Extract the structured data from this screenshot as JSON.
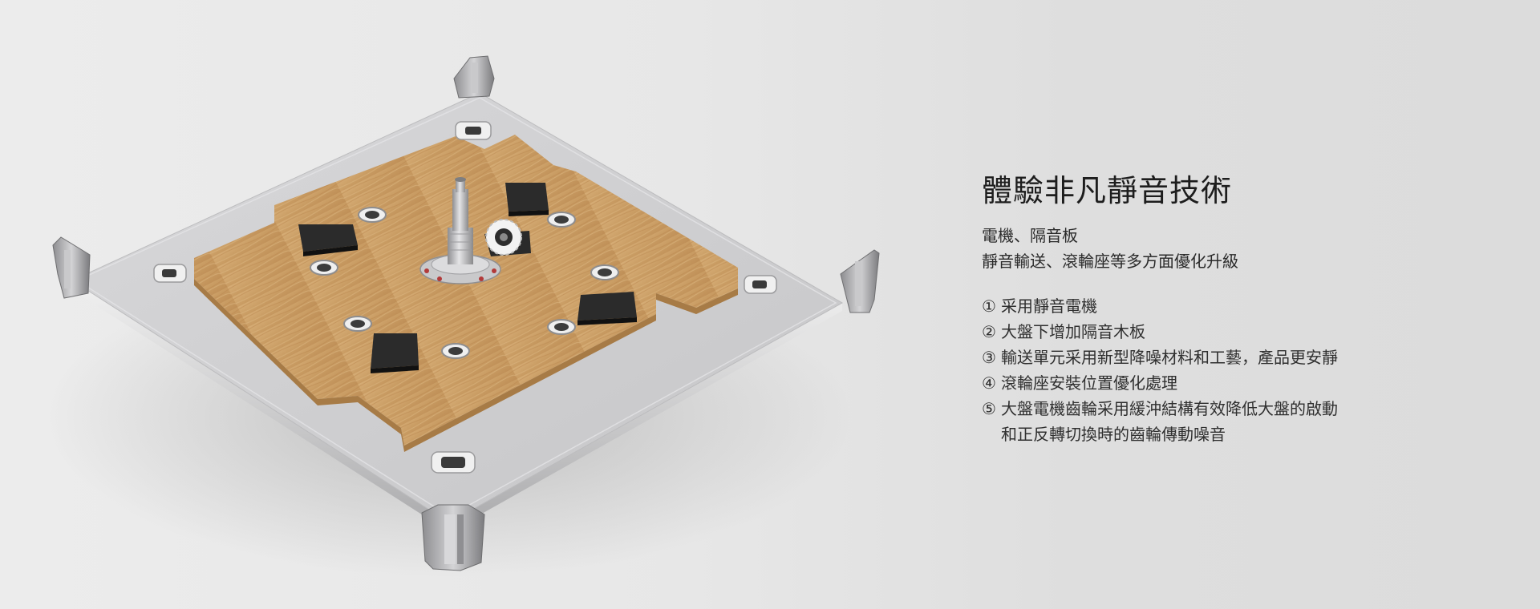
{
  "product_image": {
    "subject": "turntable-base-assembly"
  },
  "headline": "體驗非凡靜音技術",
  "subtitle_lines": [
    "電機、隔音板",
    "靜音輸送、滾輪座等多方面優化升級"
  ],
  "features": [
    {
      "marker": "①",
      "text": "采用靜音電機"
    },
    {
      "marker": "②",
      "text": "大盤下增加隔音木板"
    },
    {
      "marker": "③",
      "text": "輸送單元采用新型降噪材料和工藝，產品更安靜"
    },
    {
      "marker": "④",
      "text": "滾輪座安裝位置優化處理"
    },
    {
      "marker": "⑤",
      "text": "大盤電機齒輪采用緩沖結構有效降低大盤的啟動",
      "continuation": "和正反轉切換時的齒輪傳動噪音"
    }
  ],
  "colors": {
    "background": "#e6e6e6",
    "headline": "#1d1d1d",
    "body_text": "#2f2f2f",
    "wood": "#c79a63",
    "metal_plate": "#cfcfd1",
    "rubber_pad": "#2b2b2b"
  }
}
